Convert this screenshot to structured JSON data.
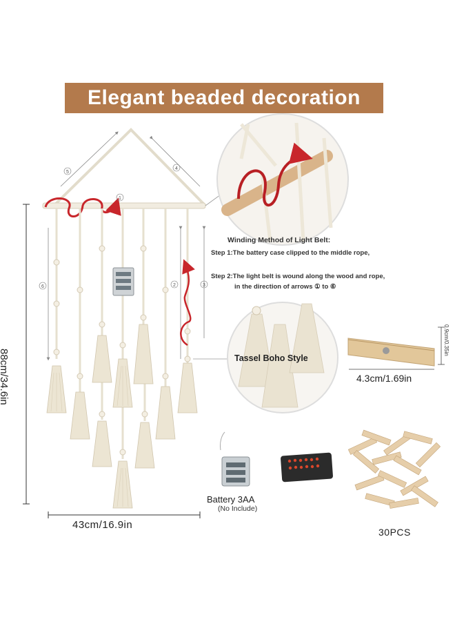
{
  "banner": {
    "title": "Elegant beaded decoration"
  },
  "instructions": {
    "title": "Winding Method of Light Belt:",
    "step1": "Step 1:The battery case clipped to the middle rope,",
    "step2_line1": "Step 2:The light belt is wound along the wood and rope,",
    "step2_line2": "in the direction of arrows ① to ⑥"
  },
  "arrow_numbers": [
    "1",
    "2",
    "3",
    "4",
    "5",
    "6"
  ],
  "labels": {
    "tassel": "Tassel Boho Style",
    "height": "88cm/34.6in",
    "width": "43cm/16.9in",
    "clip_width": "4.3cm/1.69in",
    "clip_height": "0.9cm/0.35in",
    "battery": "Battery 3AA",
    "battery_note": "(No Include)",
    "pieces": "30PCS"
  },
  "colors": {
    "banner": "#b37a4c",
    "rope": "#e8e2d2",
    "arrow": "#c8262b",
    "wood": "#d9b48a"
  }
}
